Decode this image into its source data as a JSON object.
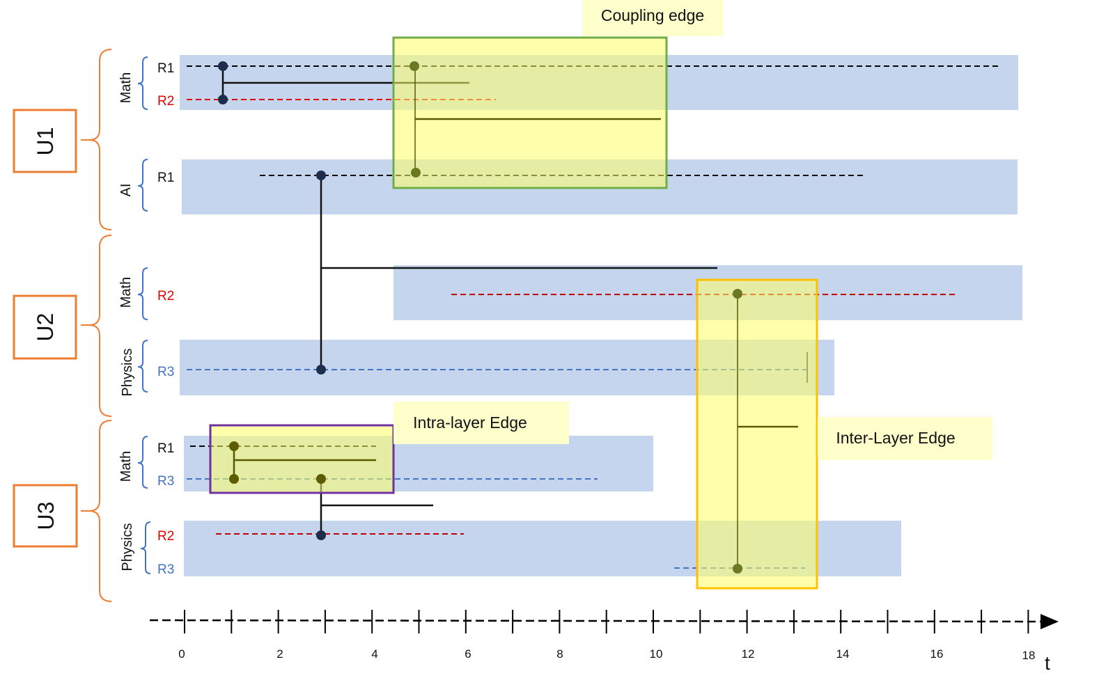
{
  "units": [
    {
      "label": "U1",
      "layers": [
        {
          "subject": "Math",
          "rows": [
            {
              "label": "R1",
              "color": "#000000"
            },
            {
              "label": "R2",
              "color": "#e00000"
            }
          ]
        },
        {
          "subject": "AI",
          "rows": [
            {
              "label": "R1",
              "color": "#000000"
            }
          ]
        }
      ]
    },
    {
      "label": "U2",
      "layers": [
        {
          "subject": "Math",
          "rows": [
            {
              "label": "R2",
              "color": "#e00000"
            }
          ]
        },
        {
          "subject": "Physics",
          "rows": [
            {
              "label": "R3",
              "color": "#4472c4"
            }
          ]
        }
      ]
    },
    {
      "label": "U3",
      "layers": [
        {
          "subject": "Math",
          "rows": [
            {
              "label": "R1",
              "color": "#000000"
            },
            {
              "label": "R3",
              "color": "#4472c4"
            }
          ]
        },
        {
          "subject": "Physics",
          "rows": [
            {
              "label": "R2",
              "color": "#e00000"
            },
            {
              "label": "R3",
              "color": "#4472c4"
            }
          ]
        }
      ]
    }
  ],
  "callouts": {
    "coupling": "Coupling edge",
    "intra": "Intra-layer Edge",
    "inter": "Inter-Layer Edge"
  },
  "axis": {
    "tick_labels": [
      "0",
      "2",
      "4",
      "6",
      "8",
      "10",
      "12",
      "14",
      "16",
      "18"
    ],
    "variable": "t"
  },
  "colors": {
    "unit_box": "#ed7d31",
    "layer_band": "#c5d5ee",
    "highlight": "#ffff66",
    "coupling_border": "#70ad47",
    "intra_border": "#7030a0",
    "inter_border": "#ffc000",
    "node_dark": "#1f2d4d",
    "node_olive": "#6b7a22",
    "brace_blue": "#4472c4",
    "brace_orange": "#ed7d31"
  }
}
